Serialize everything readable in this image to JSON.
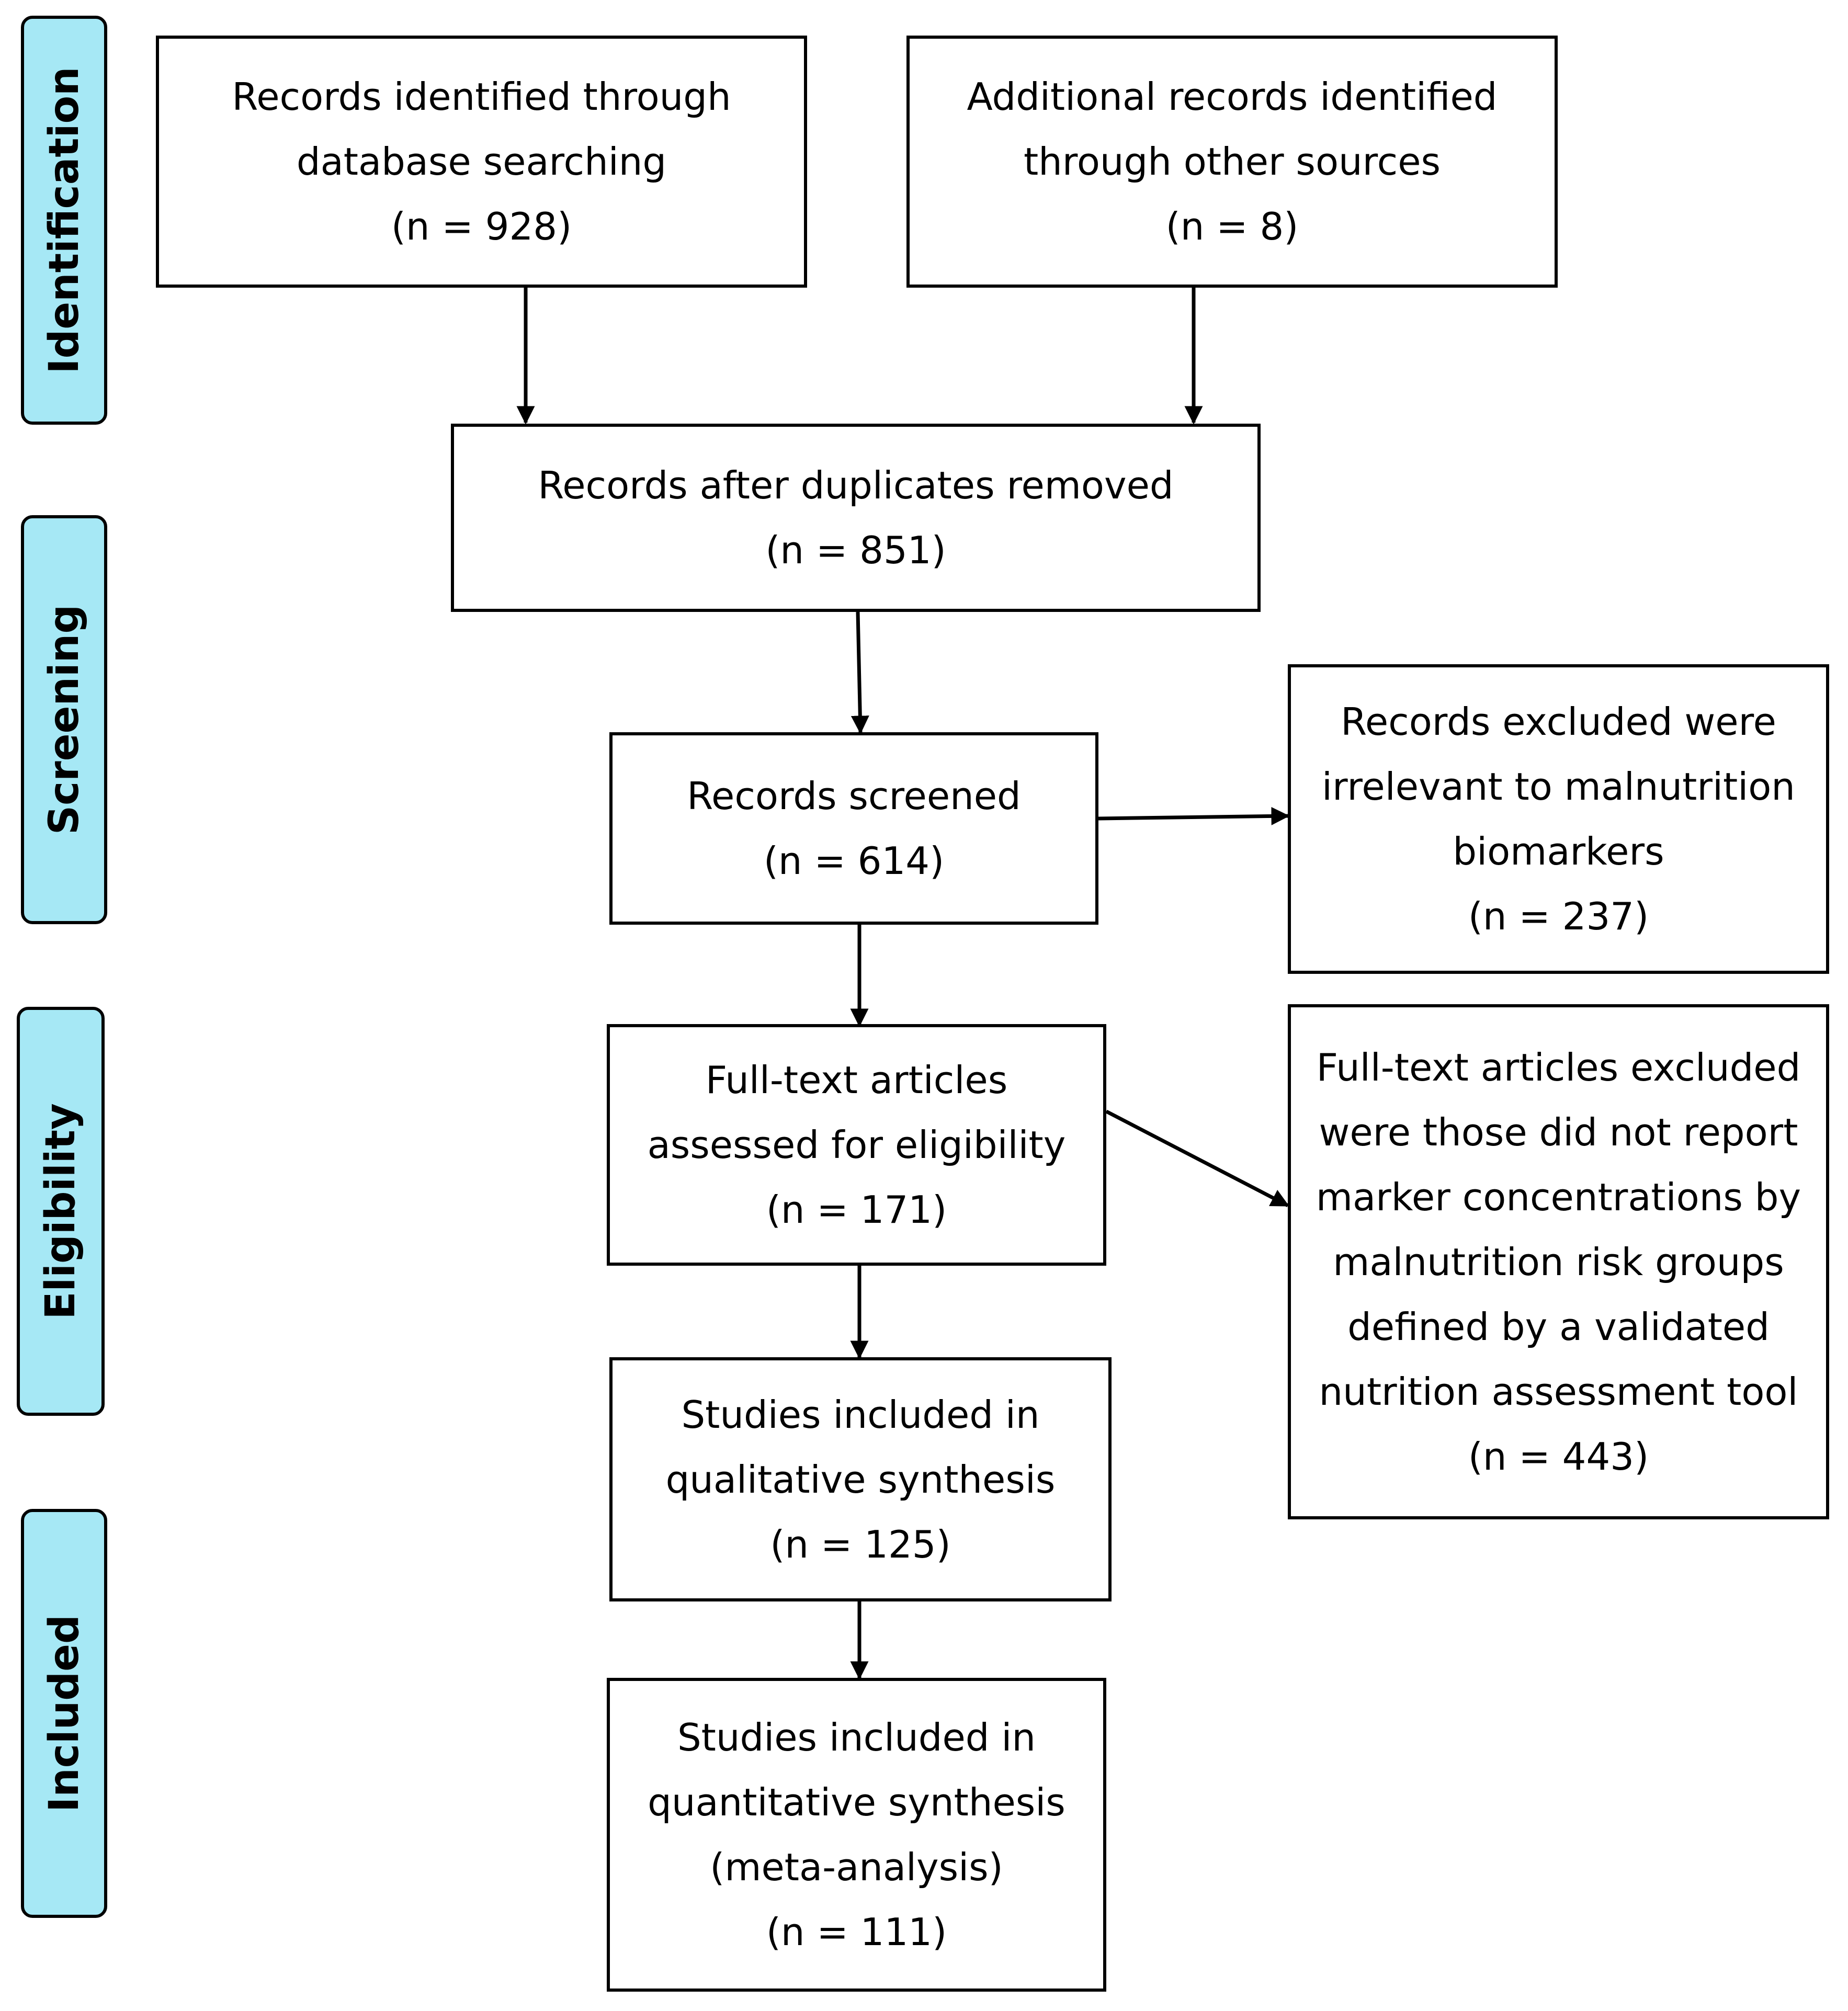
{
  "stages": {
    "identification": "Identification",
    "screening": "Screening",
    "eligibility": "Eligibility",
    "included": "Included"
  },
  "boxes": {
    "database": [
      "Records identified through",
      "database searching",
      "(n = 928)"
    ],
    "other_sources": [
      "Additional records identified",
      "through other sources",
      "(n = 8)"
    ],
    "after_duplicates": [
      "Records after duplicates removed",
      "(n = 851)"
    ],
    "screened": [
      "Records screened",
      "(n = 614)"
    ],
    "excluded_records": [
      "Records excluded were",
      "irrelevant to malnutrition",
      "biomarkers",
      "(n = 237)"
    ],
    "full_text": [
      "Full-text articles",
      "assessed for eligibility",
      "(n = 171)"
    ],
    "excluded_full_text": [
      "Full-text articles excluded",
      "were those did not report",
      "marker concentrations by",
      "malnutrition risk groups",
      "defined by a validated",
      "nutrition assessment tool",
      "(n = 443)"
    ],
    "qualitative": [
      "Studies included in",
      "qualitative synthesis",
      "(n = 125)"
    ],
    "quantitative": [
      "Studies included in",
      "quantitative synthesis",
      "(meta-analysis)",
      "(n = 111)"
    ]
  },
  "colors": {
    "stage_fill": "#a6e8f5",
    "border": "#000000"
  }
}
